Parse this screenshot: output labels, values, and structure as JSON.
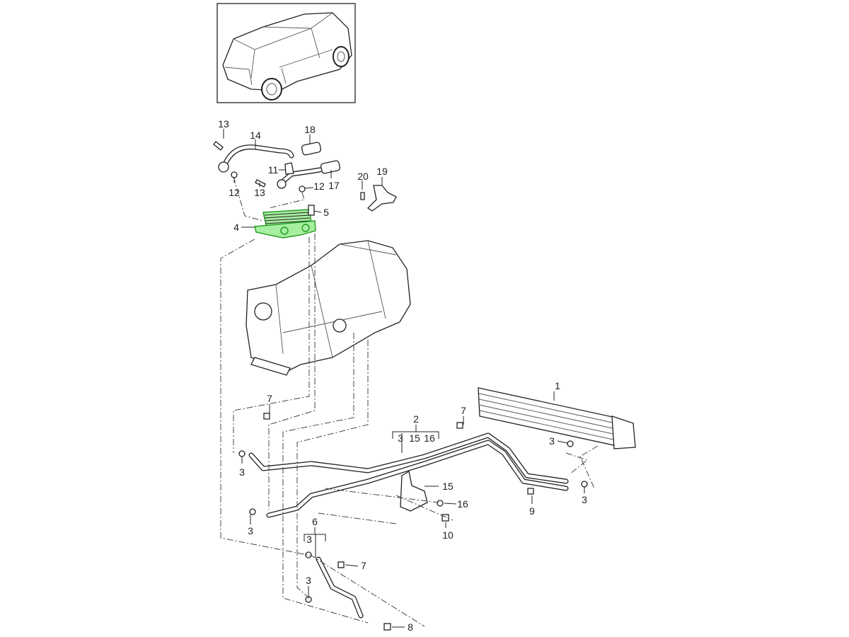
{
  "diagram": {
    "type": "exploded parts diagram",
    "highlight_color": "#3cc83c",
    "highlighted_part": "4",
    "labels": [
      "13",
      "14",
      "18",
      "11",
      "12",
      "13",
      "12",
      "17",
      "20",
      "19",
      "5",
      "4",
      "1",
      "7",
      "7",
      "2",
      "3",
      "15",
      "16",
      "3",
      "3",
      "15",
      "16",
      "9",
      "3",
      "3",
      "10",
      "6",
      "3",
      "7",
      "3",
      "8"
    ]
  }
}
